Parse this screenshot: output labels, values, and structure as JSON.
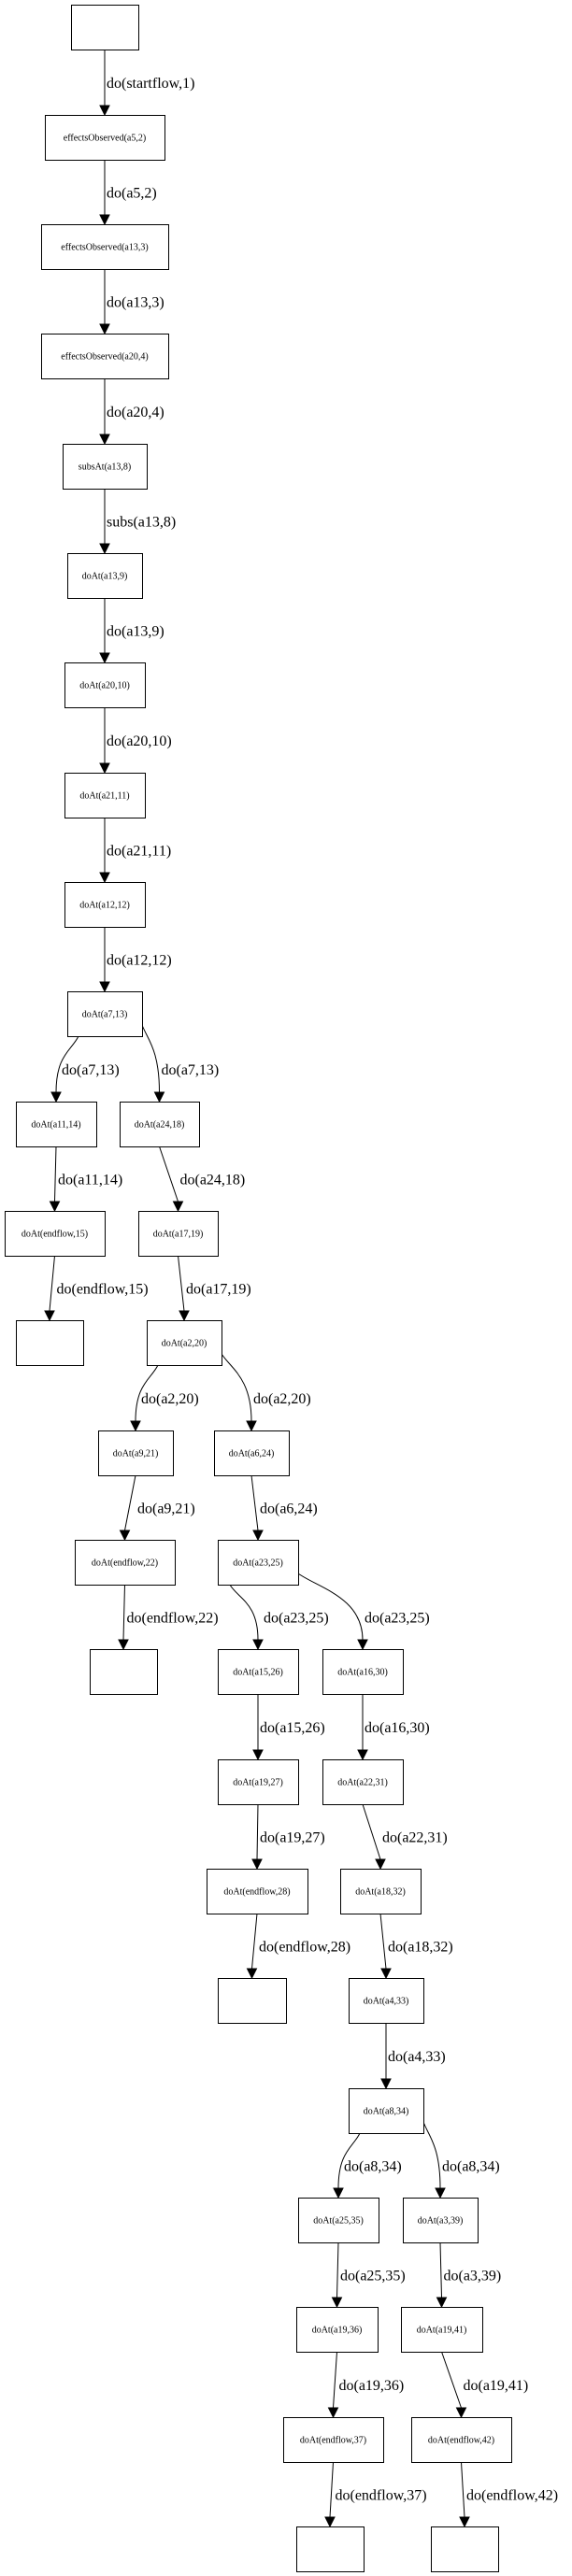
{
  "diagram": {
    "type": "state-transition-graph",
    "nodes": [
      {
        "id": "n0",
        "label": ""
      },
      {
        "id": "n1",
        "label": "effectsObserved(a5,2)"
      },
      {
        "id": "n2",
        "label": "effectsObserved(a13,3)"
      },
      {
        "id": "n3",
        "label": "effectsObserved(a20,4)"
      },
      {
        "id": "n4",
        "label": "subsAt(a13,8)"
      },
      {
        "id": "n5",
        "label": "doAt(a13,9)"
      },
      {
        "id": "n6",
        "label": "doAt(a20,10)"
      },
      {
        "id": "n7",
        "label": "doAt(a21,11)"
      },
      {
        "id": "n8",
        "label": "doAt(a12,12)"
      },
      {
        "id": "n9",
        "label": "doAt(a7,13)"
      },
      {
        "id": "n10",
        "label": "doAt(a11,14)"
      },
      {
        "id": "n11",
        "label": "doAt(a24,18)"
      },
      {
        "id": "n12",
        "label": "doAt(endflow,15)"
      },
      {
        "id": "n13",
        "label": "doAt(a17,19)"
      },
      {
        "id": "n14",
        "label": ""
      },
      {
        "id": "n15",
        "label": "doAt(a2,20)"
      },
      {
        "id": "n16",
        "label": "doAt(a9,21)"
      },
      {
        "id": "n17",
        "label": "doAt(a6,24)"
      },
      {
        "id": "n18",
        "label": "doAt(endflow,22)"
      },
      {
        "id": "n19",
        "label": "doAt(a23,25)"
      },
      {
        "id": "n20",
        "label": ""
      },
      {
        "id": "n21",
        "label": "doAt(a15,26)"
      },
      {
        "id": "n22",
        "label": "doAt(a16,30)"
      },
      {
        "id": "n23",
        "label": "doAt(a19,27)"
      },
      {
        "id": "n24",
        "label": "doAt(a22,31)"
      },
      {
        "id": "n25",
        "label": "doAt(endflow,28)"
      },
      {
        "id": "n26",
        "label": "doAt(a18,32)"
      },
      {
        "id": "n27",
        "label": ""
      },
      {
        "id": "n28",
        "label": "doAt(a4,33)"
      },
      {
        "id": "n29",
        "label": "doAt(a8,34)"
      },
      {
        "id": "n30",
        "label": "doAt(a25,35)"
      },
      {
        "id": "n31",
        "label": "doAt(a3,39)"
      },
      {
        "id": "n32",
        "label": "doAt(a19,36)"
      },
      {
        "id": "n33",
        "label": "doAt(a19,41)"
      },
      {
        "id": "n34",
        "label": "doAt(endflow,37)"
      },
      {
        "id": "n35",
        "label": "doAt(endflow,42)"
      },
      {
        "id": "n36",
        "label": ""
      },
      {
        "id": "n37",
        "label": ""
      }
    ],
    "edges": [
      {
        "from": "n0",
        "to": "n1",
        "label": "do(startflow,1)"
      },
      {
        "from": "n1",
        "to": "n2",
        "label": "do(a5,2)"
      },
      {
        "from": "n2",
        "to": "n3",
        "label": "do(a13,3)"
      },
      {
        "from": "n3",
        "to": "n4",
        "label": "do(a20,4)"
      },
      {
        "from": "n4",
        "to": "n5",
        "label": "subs(a13,8)"
      },
      {
        "from": "n5",
        "to": "n6",
        "label": "do(a13,9)"
      },
      {
        "from": "n6",
        "to": "n7",
        "label": "do(a20,10)"
      },
      {
        "from": "n7",
        "to": "n8",
        "label": "do(a21,11)"
      },
      {
        "from": "n8",
        "to": "n9",
        "label": "do(a12,12)"
      },
      {
        "from": "n9",
        "to": "n10",
        "label": "do(a7,13)"
      },
      {
        "from": "n9",
        "to": "n11",
        "label": "do(a7,13)"
      },
      {
        "from": "n10",
        "to": "n12",
        "label": "do(a11,14)"
      },
      {
        "from": "n11",
        "to": "n13",
        "label": "do(a24,18)"
      },
      {
        "from": "n12",
        "to": "n14",
        "label": "do(endflow,15)"
      },
      {
        "from": "n13",
        "to": "n15",
        "label": "do(a17,19)"
      },
      {
        "from": "n15",
        "to": "n16",
        "label": "do(a2,20)"
      },
      {
        "from": "n15",
        "to": "n17",
        "label": "do(a2,20)"
      },
      {
        "from": "n16",
        "to": "n18",
        "label": "do(a9,21)"
      },
      {
        "from": "n17",
        "to": "n19",
        "label": "do(a6,24)"
      },
      {
        "from": "n18",
        "to": "n20",
        "label": "do(endflow,22)"
      },
      {
        "from": "n19",
        "to": "n21",
        "label": "do(a23,25)"
      },
      {
        "from": "n19",
        "to": "n22",
        "label": "do(a23,25)"
      },
      {
        "from": "n21",
        "to": "n23",
        "label": "do(a15,26)"
      },
      {
        "from": "n22",
        "to": "n24",
        "label": "do(a16,30)"
      },
      {
        "from": "n23",
        "to": "n25",
        "label": "do(a19,27)"
      },
      {
        "from": "n24",
        "to": "n26",
        "label": "do(a22,31)"
      },
      {
        "from": "n25",
        "to": "n27",
        "label": "do(endflow,28)"
      },
      {
        "from": "n26",
        "to": "n28",
        "label": "do(a18,32)"
      },
      {
        "from": "n28",
        "to": "n29",
        "label": "do(a4,33)"
      },
      {
        "from": "n29",
        "to": "n30",
        "label": "do(a8,34)"
      },
      {
        "from": "n29",
        "to": "n31",
        "label": "do(a8,34)"
      },
      {
        "from": "n30",
        "to": "n32",
        "label": "do(a25,35)"
      },
      {
        "from": "n31",
        "to": "n33",
        "label": "do(a3,39)"
      },
      {
        "from": "n32",
        "to": "n34",
        "label": "do(a19,36)"
      },
      {
        "from": "n33",
        "to": "n35",
        "label": "do(a19,41)"
      },
      {
        "from": "n34",
        "to": "n36",
        "label": "do(endflow,37)"
      },
      {
        "from": "n35",
        "to": "n37",
        "label": "do(endflow,42)"
      }
    ]
  }
}
